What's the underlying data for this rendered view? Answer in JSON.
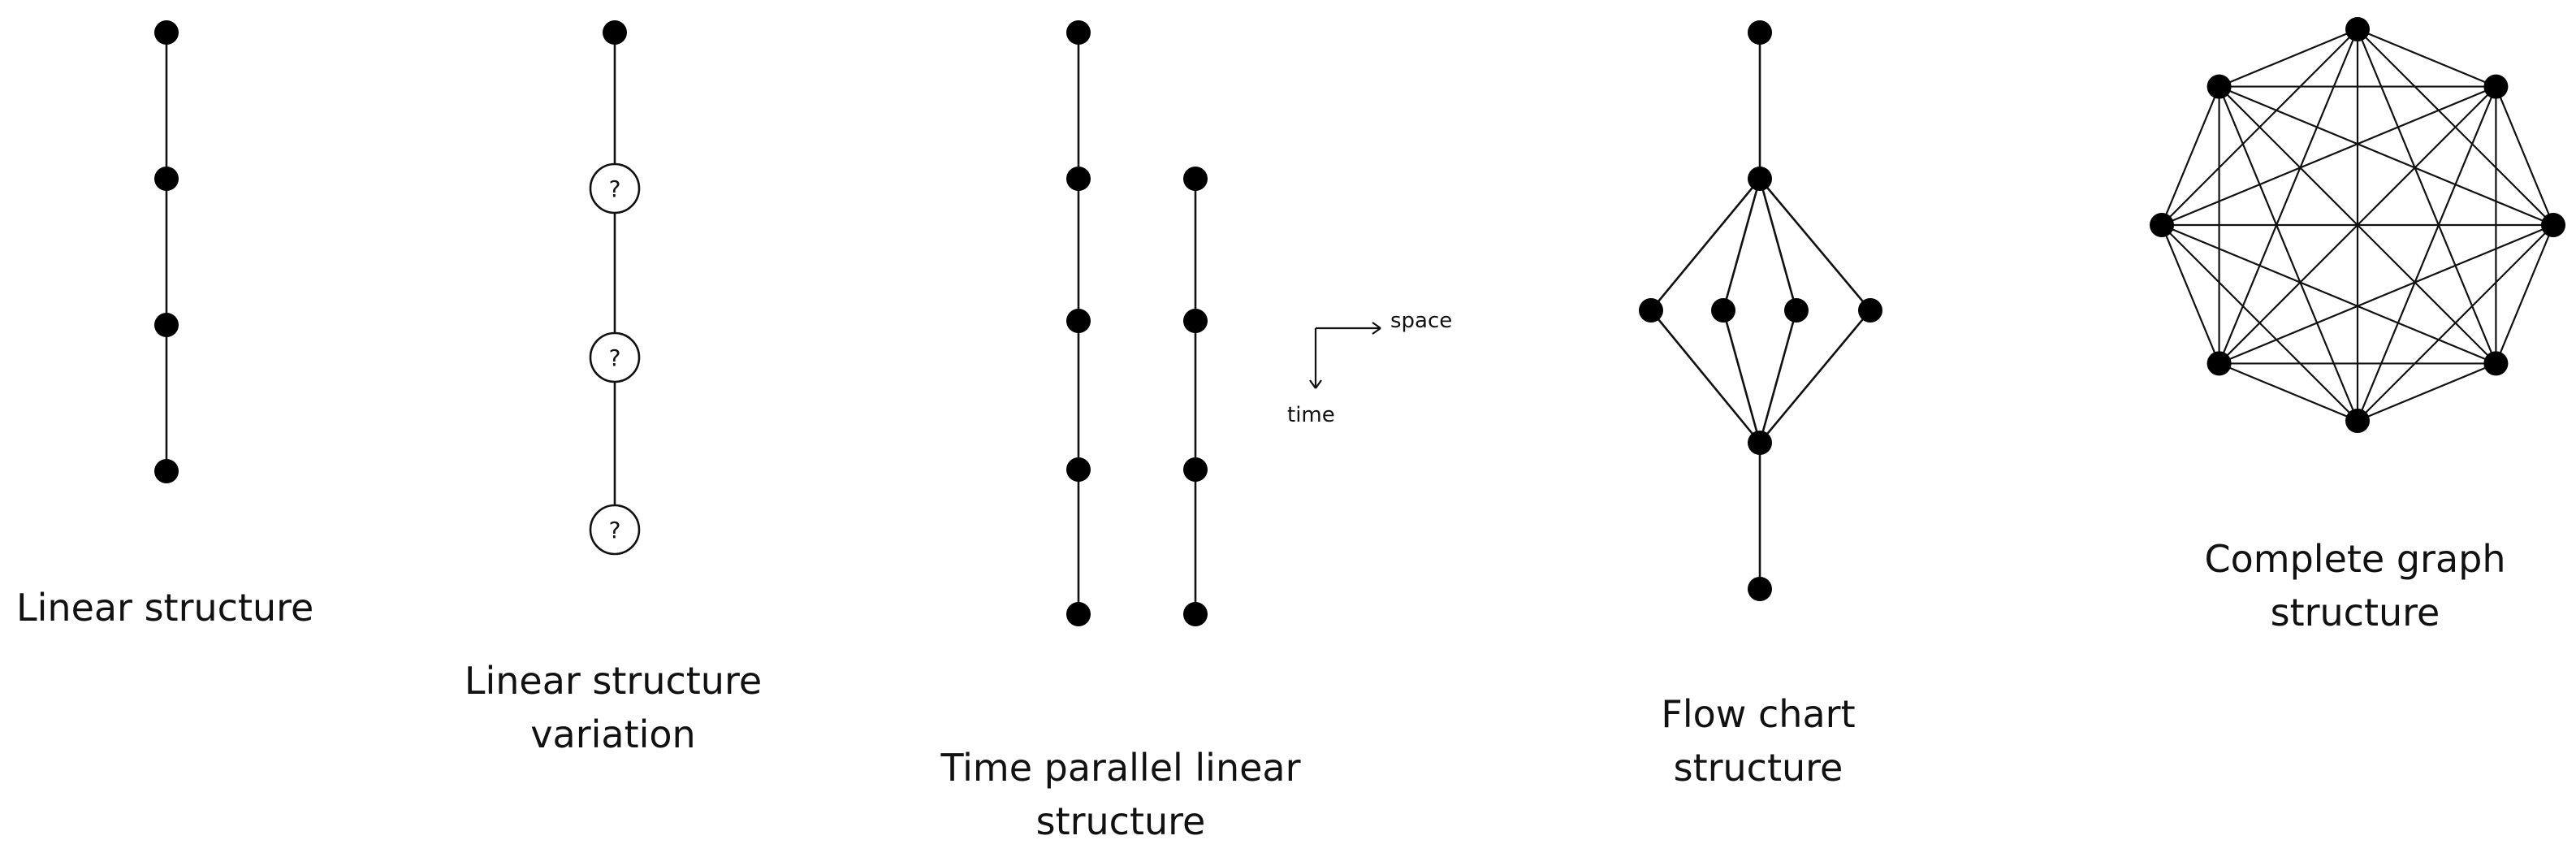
{
  "diagrams": [
    {
      "id": "linear",
      "caption": [
        "Linear structure"
      ]
    },
    {
      "id": "linear-variation",
      "caption": [
        "Linear structure",
        "variation"
      ],
      "node_label": "?"
    },
    {
      "id": "time-parallel",
      "caption": [
        "Time parallel linear",
        "structure"
      ]
    },
    {
      "id": "flow-chart",
      "caption": [
        "Flow chart",
        "structure"
      ]
    },
    {
      "id": "complete-graph",
      "caption": [
        "Complete graph",
        "structure"
      ]
    }
  ],
  "axes_legend": {
    "horizontal": "space",
    "vertical": "time"
  },
  "colors": {
    "node": "#000000",
    "edge": "#111111",
    "text": "#111111",
    "background": "#ffffff"
  }
}
